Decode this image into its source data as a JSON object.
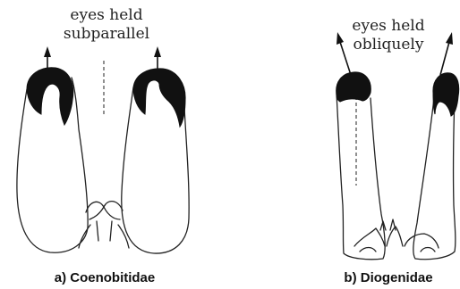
{
  "panel_a": {
    "annotation_line1": "eyes held",
    "annotation_line2": "subparallel",
    "caption": "a)  Coenobitidae"
  },
  "panel_b": {
    "annotation_line1": "eyes held",
    "annotation_line2": "obliquely",
    "caption": "b)  Diogenidae"
  },
  "colors": {
    "eye_fill": "#111111",
    "outline": "#222222",
    "background": "#ffffff"
  }
}
